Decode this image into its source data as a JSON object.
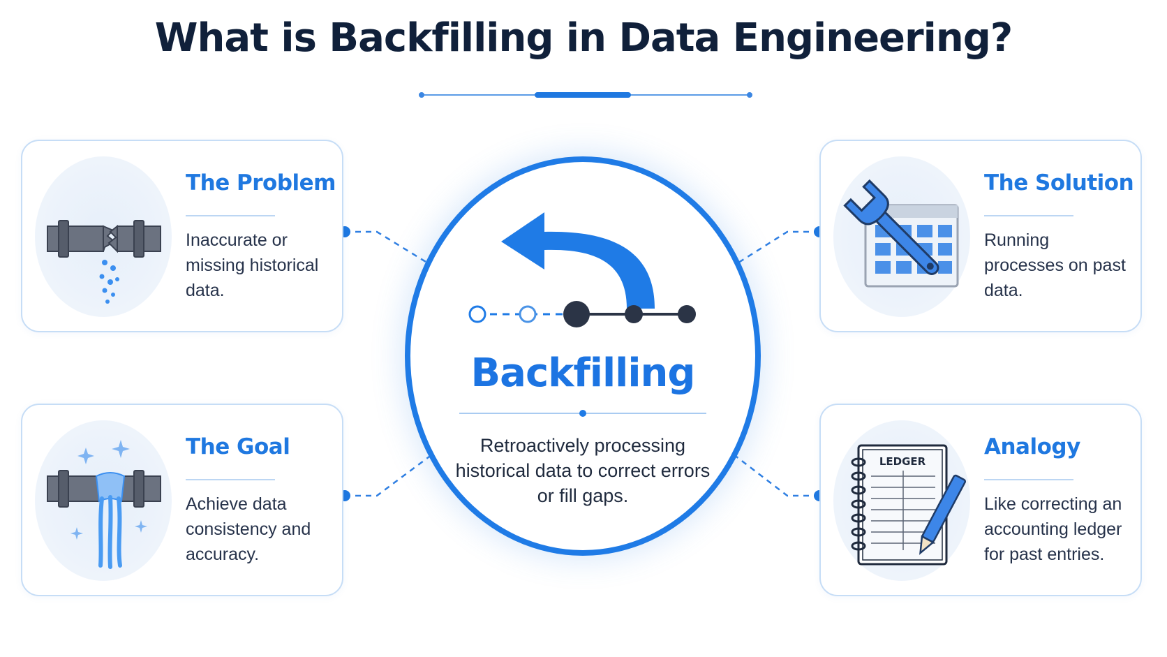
{
  "title": "What is Backfilling in Data Engineering?",
  "center": {
    "title": "Backfilling",
    "description": "Retroactively processing historical data to correct errors or fill gaps."
  },
  "cards": {
    "problem": {
      "title": "The Problem",
      "text": "Inaccurate or missing historical data.",
      "icon": "broken-pipe-icon"
    },
    "solution": {
      "title": "The Solution",
      "text": "Running processes on past data.",
      "icon": "wrench-calendar-icon"
    },
    "goal": {
      "title": "The Goal",
      "text": "Achieve data consistency and accuracy.",
      "icon": "fixed-pipe-icon"
    },
    "analogy": {
      "title": "Analogy",
      "text": "Like correcting an accounting ledger for past entries.",
      "icon": "ledger-notebook-icon",
      "ledger_label": "LEDGER"
    }
  },
  "colors": {
    "accent": "#1f7be6",
    "title": "#10203a",
    "card_border": "#c6ddf6",
    "timeline_dark": "#2b3446"
  }
}
